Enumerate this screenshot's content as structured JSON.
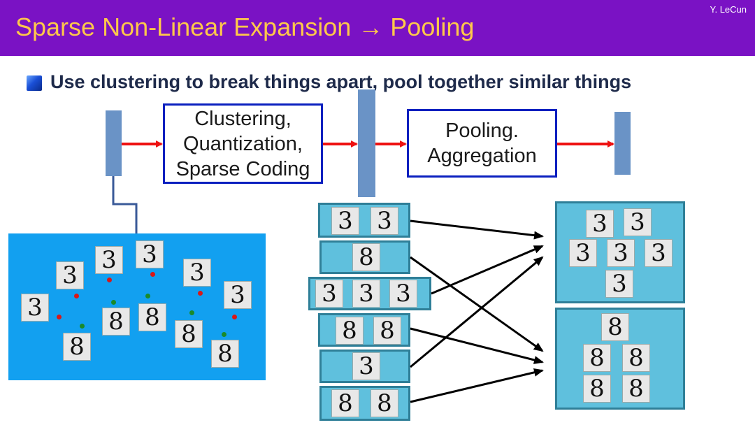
{
  "header": {
    "title": "Sparse Non-Linear Expansion → Pooling",
    "author": "Y. LeCun"
  },
  "bullet": {
    "text": "Use clustering to break things apart, pool together similar things"
  },
  "pipeline": {
    "clustering_lines": [
      "Clustering,",
      "Quantization,",
      "Sparse Coding"
    ],
    "pooling_lines": [
      "Pooling.",
      "Aggregation"
    ]
  },
  "colors": {
    "header": "#7a12c4",
    "title": "#ffc84a",
    "arrow_red": "#ee1111",
    "green_dot": "#1a8a2a",
    "red_dot": "#d81818"
  },
  "digits": {
    "feature_space": [
      "3",
      "3",
      "3",
      "3",
      "3",
      "3",
      "8",
      "8",
      "8",
      "8",
      "8"
    ],
    "clusters": [
      [
        "3",
        "3"
      ],
      [
        "8"
      ],
      [
        "3",
        "3",
        "3"
      ],
      [
        "8",
        "8"
      ],
      [
        "3"
      ],
      [
        "8",
        "8"
      ]
    ],
    "pool_threes": [
      "3",
      "3",
      "3",
      "3",
      "3",
      "3"
    ],
    "pool_eights": [
      "8",
      "8",
      "8",
      "8",
      "8"
    ]
  }
}
